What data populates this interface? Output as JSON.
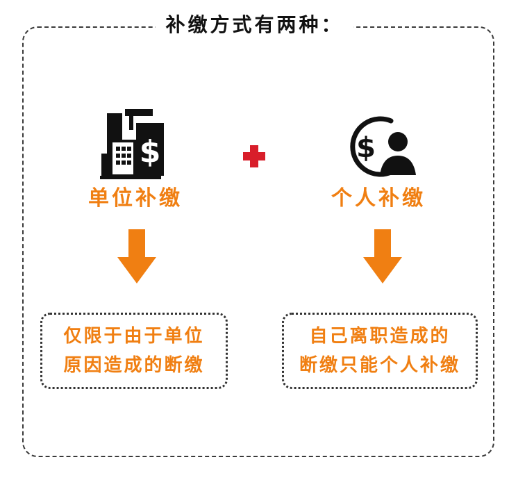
{
  "title": "补缴方式有两种：",
  "colors": {
    "accent": "#f07f12",
    "plus": "#d81e2a",
    "icon": "#111111",
    "border": "#333333"
  },
  "left": {
    "icon": "office-building-dollar-icon",
    "label": "单位补缴",
    "note_line1": "仅限于由于单位",
    "note_line2": "原因造成的断缴"
  },
  "operator": "plus-icon",
  "right": {
    "icon": "person-dollar-icon",
    "label": "个人补缴",
    "note_line1": "自己离职造成的",
    "note_line2": "断缴只能个人补缴"
  }
}
